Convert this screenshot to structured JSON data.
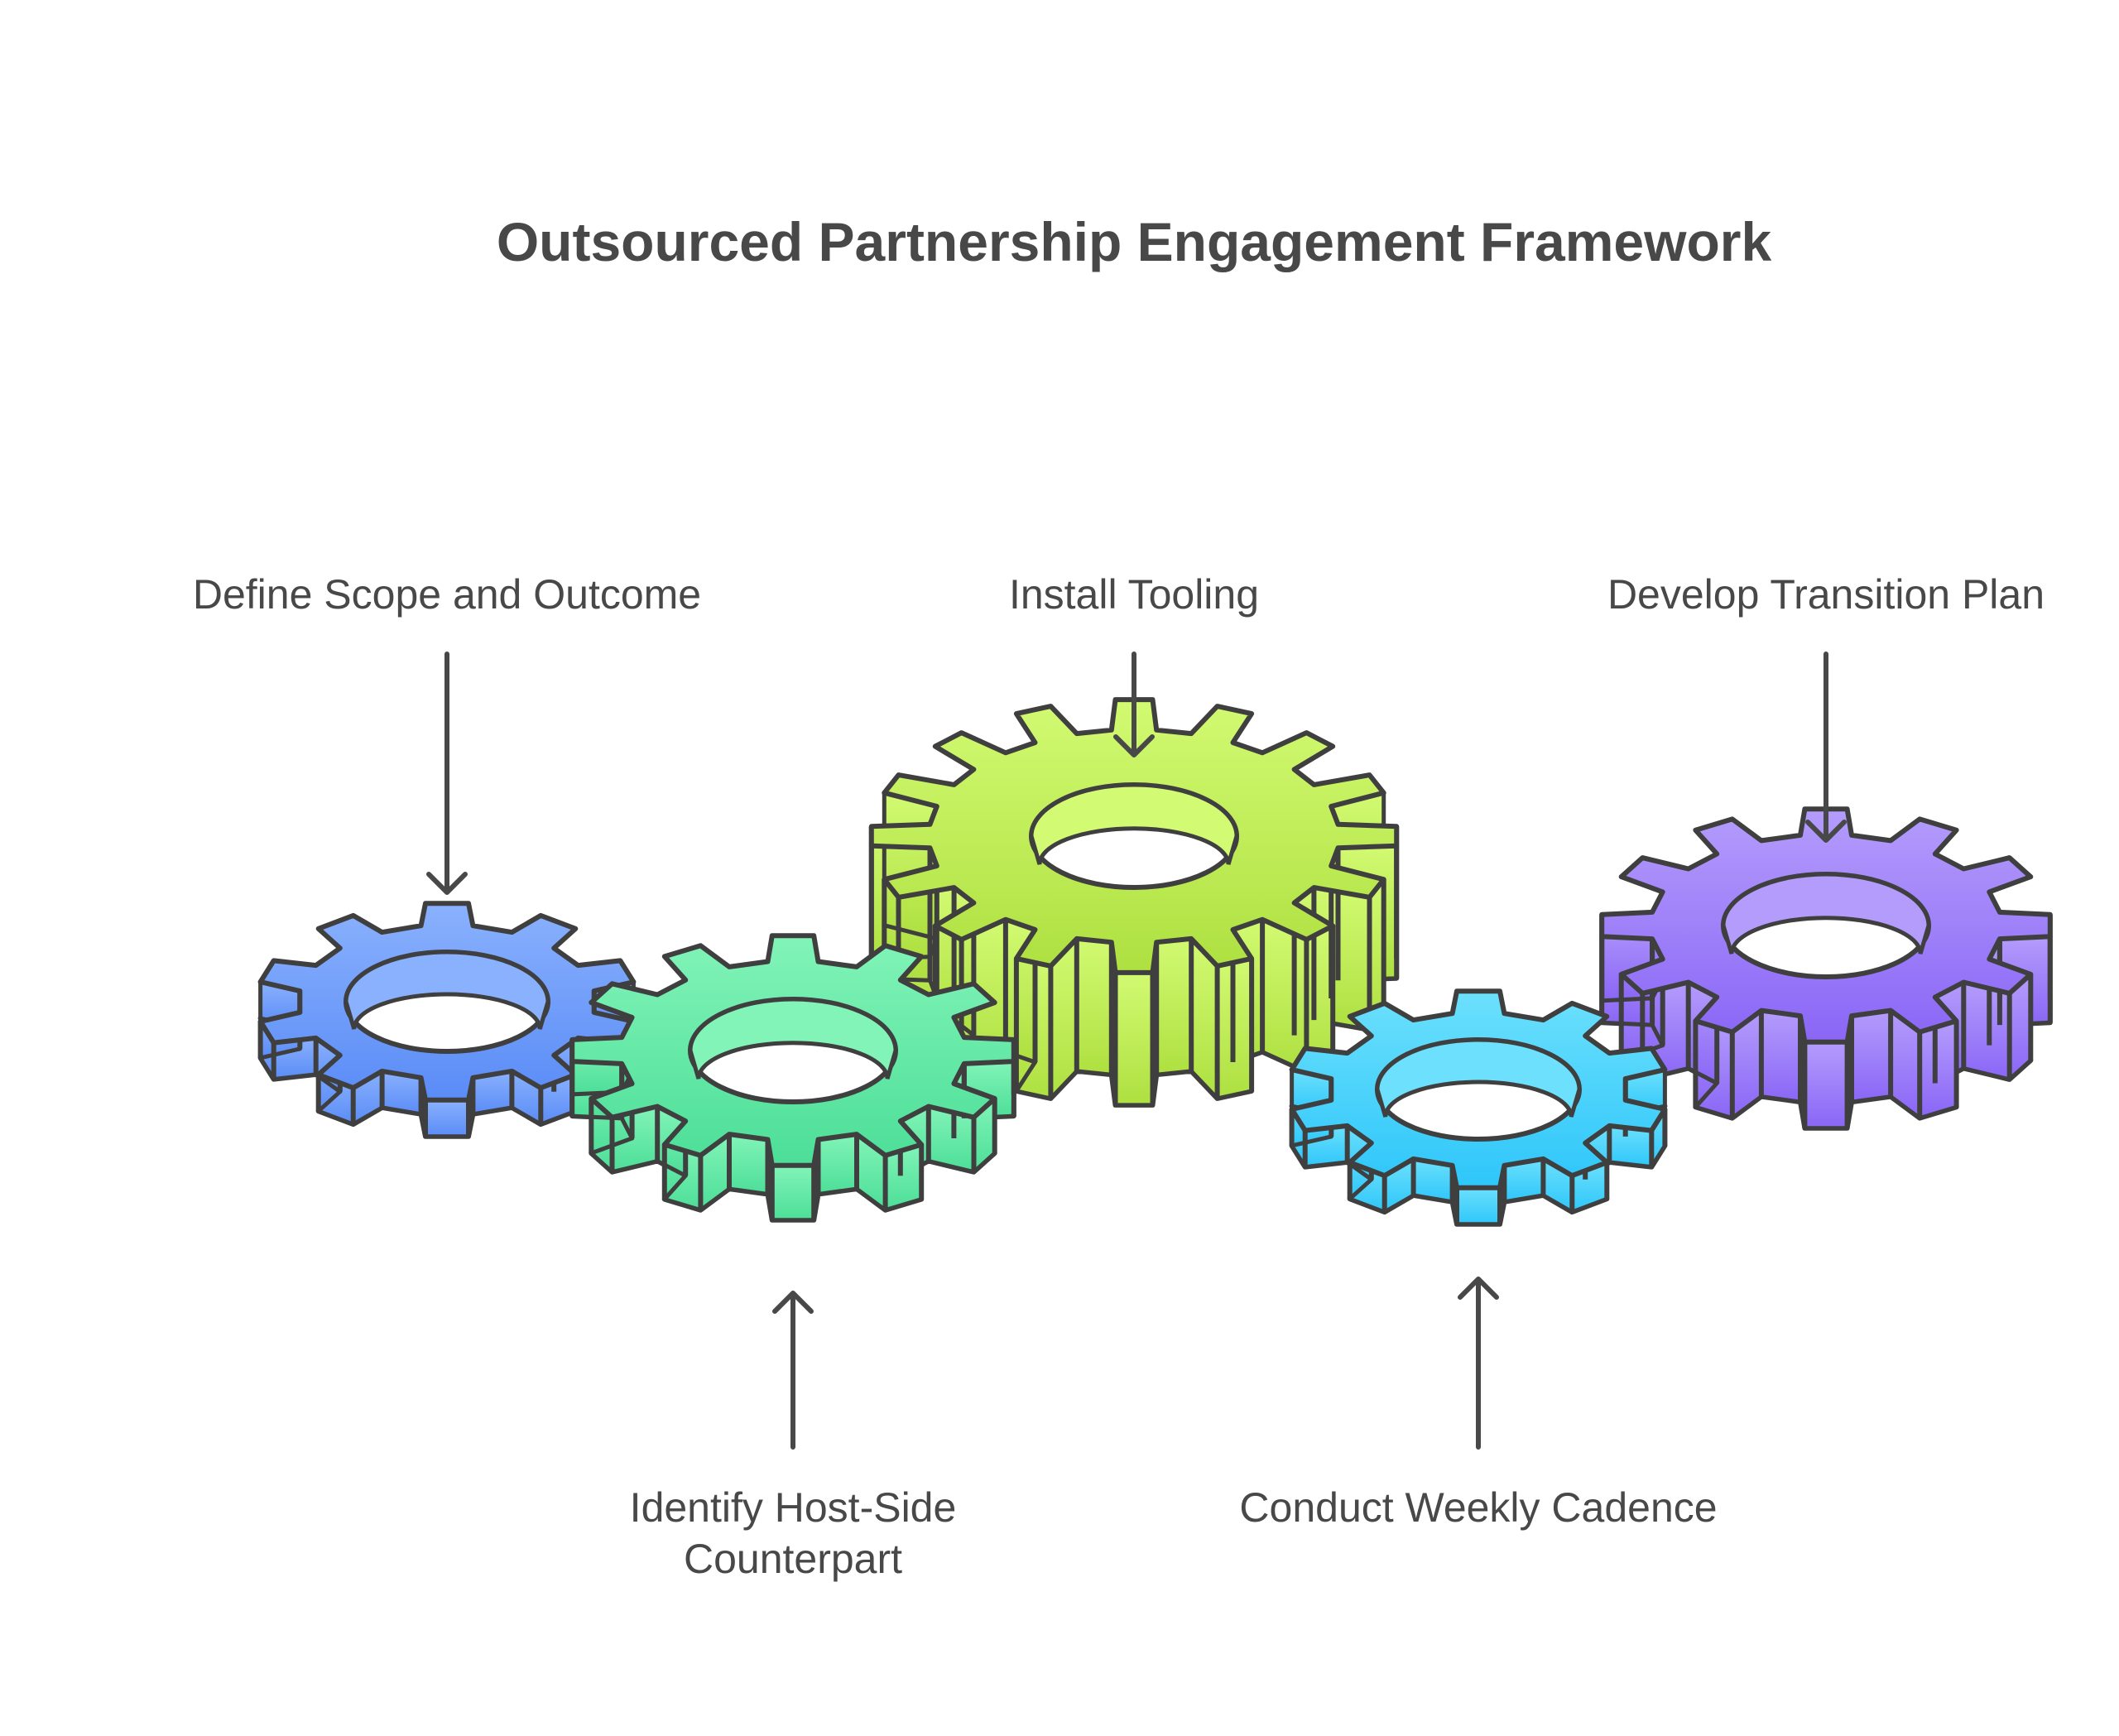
{
  "title": "Outsourced Partnership Engagement Framework",
  "steps": [
    {
      "label_lines": [
        "Define Scope and Outcome"
      ],
      "color_top": "#8ab1fd",
      "color_bottom": "#5a8cf7",
      "teeth": 10
    },
    {
      "label_lines": [
        "Identify Host-Side",
        "Counterpart"
      ],
      "color_top": "#82f4b8",
      "color_bottom": "#4cde98",
      "teeth": 12
    },
    {
      "label_lines": [
        "Install Tooling"
      ],
      "color_top": "#d2fa72",
      "color_bottom": "#aee040",
      "teeth": 16
    },
    {
      "label_lines": [
        "Conduct Weekly Cadence"
      ],
      "color_top": "#6ce0fc",
      "color_bottom": "#2ec6fa",
      "teeth": 10
    },
    {
      "label_lines": [
        "Develop Transition Plan"
      ],
      "color_top": "#b49cfc",
      "color_bottom": "#8a66f6",
      "teeth": 12
    }
  ]
}
